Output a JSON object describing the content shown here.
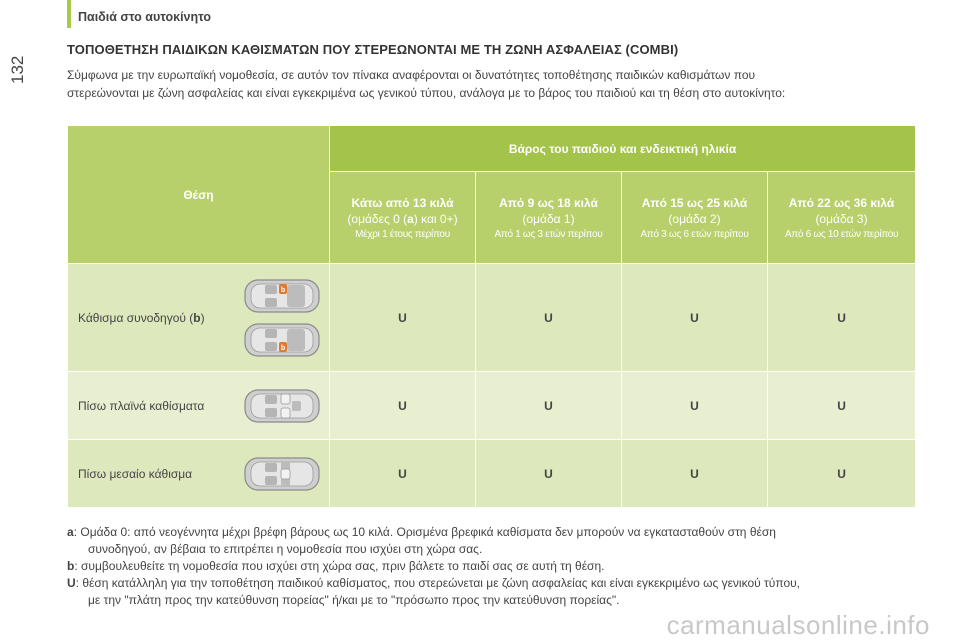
{
  "header": {
    "section_title": "Παιδιά στο αυτοκίνητο",
    "page_number": "132"
  },
  "title": "ΤΟΠΟΘΕΤΗΣΗ ΠΑΙΔΙΚΩΝ ΚΑΘΙΣΜΑΤΩΝ ΠΟΥ ΣΤΕΡΕΩΝΟΝΤΑΙ ΜΕ ΤΗ ΖΩΝΗ ΑΣΦΑΛΕΙΑΣ (COMBI)",
  "intro_line1": "Σύμφωνα με την ευρωπαϊκή νομοθεσία, σε αυτόν τον πίνακα αναφέρονται οι δυνατότητες τοποθέτησης παιδικών καθισμάτων που",
  "intro_line2": "στερεώνονται με ζώνη ασφαλείας και είναι εγκεκριμένα ως γενικού τύπου, ανάλογα με το βάρος του παιδιού και τη θέση στο αυτοκίνητο:",
  "table": {
    "header_main": "Βάρος του παιδιού και ενδεικτική ηλικία",
    "position_header": "Θέση",
    "groups": [
      {
        "weight": "Κάτω από 13 κιλά",
        "sub_pre": "(ομάδες 0 (",
        "sub_bold": "a",
        "sub_post": ") και 0+)",
        "age": "Μέχρι 1 έτους περίπου"
      },
      {
        "weight": "Από 9 ως 18 κιλά",
        "sub_pre": "(ομάδα 1)",
        "sub_bold": "",
        "sub_post": "",
        "age": "Από 1 ως 3 ετών περίπου"
      },
      {
        "weight": "Από 15 ως 25 κιλά",
        "sub_pre": "(ομάδα 2)",
        "sub_bold": "",
        "sub_post": "",
        "age": "Από 3 ως 6 ετών περίπου"
      },
      {
        "weight": "Από 22 ως 36 κιλά",
        "sub_pre": "(ομάδα 3)",
        "sub_bold": "",
        "sub_post": "",
        "age": "Από 6 ως 10 ετών περίπου"
      }
    ],
    "rows": [
      {
        "label_pre": "Κάθισμα συνοδηγού (",
        "label_bold": "b",
        "label_post": ")",
        "values": [
          "U",
          "U",
          "U",
          "U"
        ]
      },
      {
        "label_pre": "Πίσω πλαϊνά καθίσματα",
        "label_bold": "",
        "label_post": "",
        "values": [
          "U",
          "U",
          "U",
          "U"
        ]
      },
      {
        "label_pre": "Πίσω μεσαίο κάθισμα",
        "label_bold": "",
        "label_post": "",
        "values": [
          "U",
          "U",
          "U",
          "U"
        ]
      }
    ],
    "diagram_badge": "b"
  },
  "notes": {
    "a_key": "a",
    "a_line1": ": Ομάδα 0: από νεογέννητα μέχρι βρέφη βάρους ως 10 κιλά. Ορισμένα βρεφικά καθίσματα δεν μπορούν να εγκατασταθούν στη θέση",
    "a_line2": "συνοδηγού, αν βέβαια το επιτρέπει η νομοθεσία που ισχύει στη χώρα σας.",
    "b_key": "b",
    "b_line1": ": συμβουλευθείτε τη νομοθεσία που ισχύει στη χώρα σας, πριν βάλετε το παιδί σας σε αυτή τη θέση.",
    "u_key": "U",
    "u_line1": ": θέση κατάλληλη για την τοποθέτηση παιδικού καθίσματος, που στερεώνεται με ζώνη ασφαλείας και είναι εγκεκριμένο ως γενικού τύπου,",
    "u_line2": "με την \"πλάτη προς την κατεύθυνση πορείας\" ή/και με το \"πρόσωπο προς την κατεύθυνση πορείας\"."
  },
  "watermark": "carmanualsonline.info",
  "colors": {
    "accent": "#a4c34a",
    "header_light": "#b7d06b",
    "row_a": "#dde9bd",
    "row_b": "#e7efd0",
    "seat_highlight": "#e07a2e"
  }
}
